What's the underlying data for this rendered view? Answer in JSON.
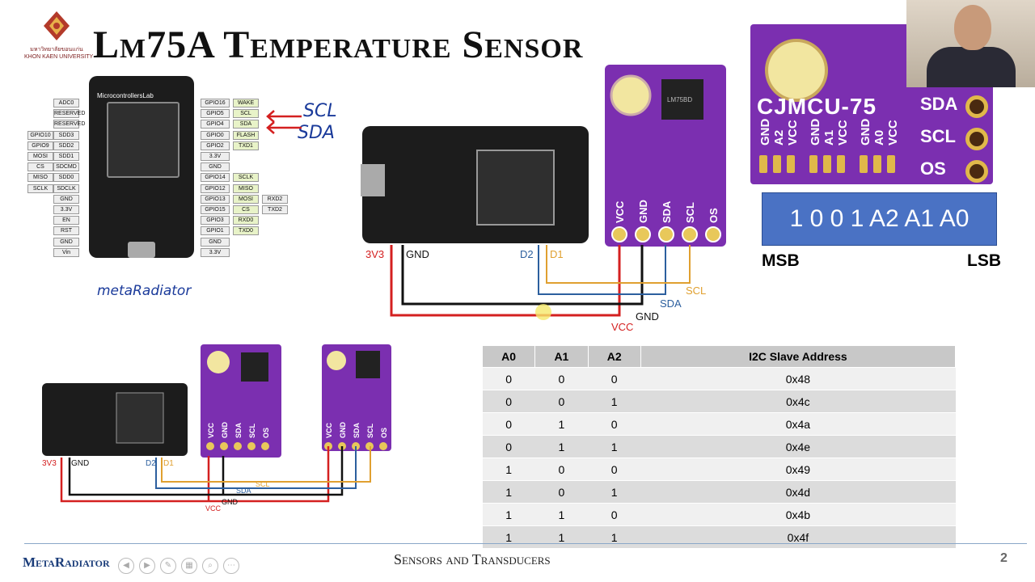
{
  "slide": {
    "title": "Lm75A Temperature Sensor",
    "logo_line1": "มหาวิทยาลัยขอนแก่น",
    "logo_line2": "KHON KAEN UNIVERSITY",
    "annotation_scl": "SCL",
    "annotation_sda": "SDA",
    "signature": "metaRadiator"
  },
  "pinout": {
    "left": [
      "ADC0",
      "RESERVED",
      "RESERVED",
      "SDD3",
      "SDD2",
      "SDD1",
      "SDCMD",
      "SDD0",
      "SDCLK",
      "GND",
      "3.3V",
      "EN",
      "RST",
      "GND",
      "Vin"
    ],
    "left2": [
      "",
      "",
      "",
      "GPIO10",
      "GPIO9",
      "MOSI",
      "CS",
      "MISO",
      "SCLK",
      "",
      "",
      "",
      "",
      "",
      ""
    ],
    "right": [
      "GPIO16",
      "GPIO5",
      "GPIO4",
      "GPIO0",
      "GPIO2",
      "3.3V",
      "GND",
      "GPIO14",
      "GPIO12",
      "GPIO13",
      "GPIO15",
      "GPIO3",
      "GPIO1",
      "GND",
      "3.3V"
    ],
    "right2": [
      "WAKE",
      "SCL",
      "SDA",
      "FLASH",
      "TXD1",
      "",
      "",
      "SCLK",
      "MISO",
      "MOSI",
      "CS",
      "RXD0",
      "TXD0",
      "",
      ""
    ],
    "right3": [
      "",
      "",
      "",
      "",
      "",
      "",
      "",
      "",
      "",
      "RXD2",
      "TXD2",
      "",
      "",
      "",
      ""
    ],
    "board_brand": "MicrocontrollersLab"
  },
  "wiring_main": {
    "sensor_pins": [
      "VCC",
      "GND",
      "SDA",
      "SCL",
      "OS"
    ],
    "labels": {
      "v3": "3V3",
      "gnd": "GND",
      "d2": "D2",
      "d1": "D1",
      "scl": "SCL",
      "sda": "SDA",
      "gnd2": "GND",
      "vcc": "VCC"
    },
    "chip_text": "LM75BD"
  },
  "wiring_small": {
    "labels": {
      "v3": "3V3",
      "gnd": "GND",
      "d2": "D2",
      "d1": "D1",
      "scl": "SCL",
      "sda": "SDA",
      "gnd2": "GND",
      "vcc": "VCC"
    },
    "sensor_pins": [
      "VCC",
      "GND",
      "SDA",
      "SCL",
      "OS"
    ]
  },
  "module_photo": {
    "name": "CJMCU-75",
    "right_pins": [
      "SDA",
      "SCL",
      "OS"
    ],
    "bottom_pins": [
      "GND",
      "A2",
      "VCC",
      "GND",
      "A1",
      "VCC",
      "GND",
      "A0",
      "VCC"
    ]
  },
  "address_bits": {
    "value": "1 0 0 1 A2 A1 A0",
    "msb": "MSB",
    "lsb": "LSB"
  },
  "address_table": {
    "headers": [
      "A0",
      "A1",
      "A2",
      "I2C Slave Address"
    ],
    "rows": [
      [
        "0",
        "0",
        "0",
        "0x48"
      ],
      [
        "0",
        "0",
        "1",
        "0x4c"
      ],
      [
        "0",
        "1",
        "0",
        "0x4a"
      ],
      [
        "0",
        "1",
        "1",
        "0x4e"
      ],
      [
        "1",
        "0",
        "0",
        "0x49"
      ],
      [
        "1",
        "0",
        "1",
        "0x4d"
      ],
      [
        "1",
        "1",
        "0",
        "0x4b"
      ],
      [
        "1",
        "1",
        "1",
        "0x4f"
      ]
    ]
  },
  "footer": {
    "brand": "MetaRadiator",
    "course": "Sensors and Transducers",
    "page": "2"
  },
  "colors": {
    "wire_vcc": "#d42020",
    "wire_gnd": "#111111",
    "wire_sda": "#2c5f9e",
    "wire_scl": "#e0a030",
    "module": "#7b2fb0"
  }
}
